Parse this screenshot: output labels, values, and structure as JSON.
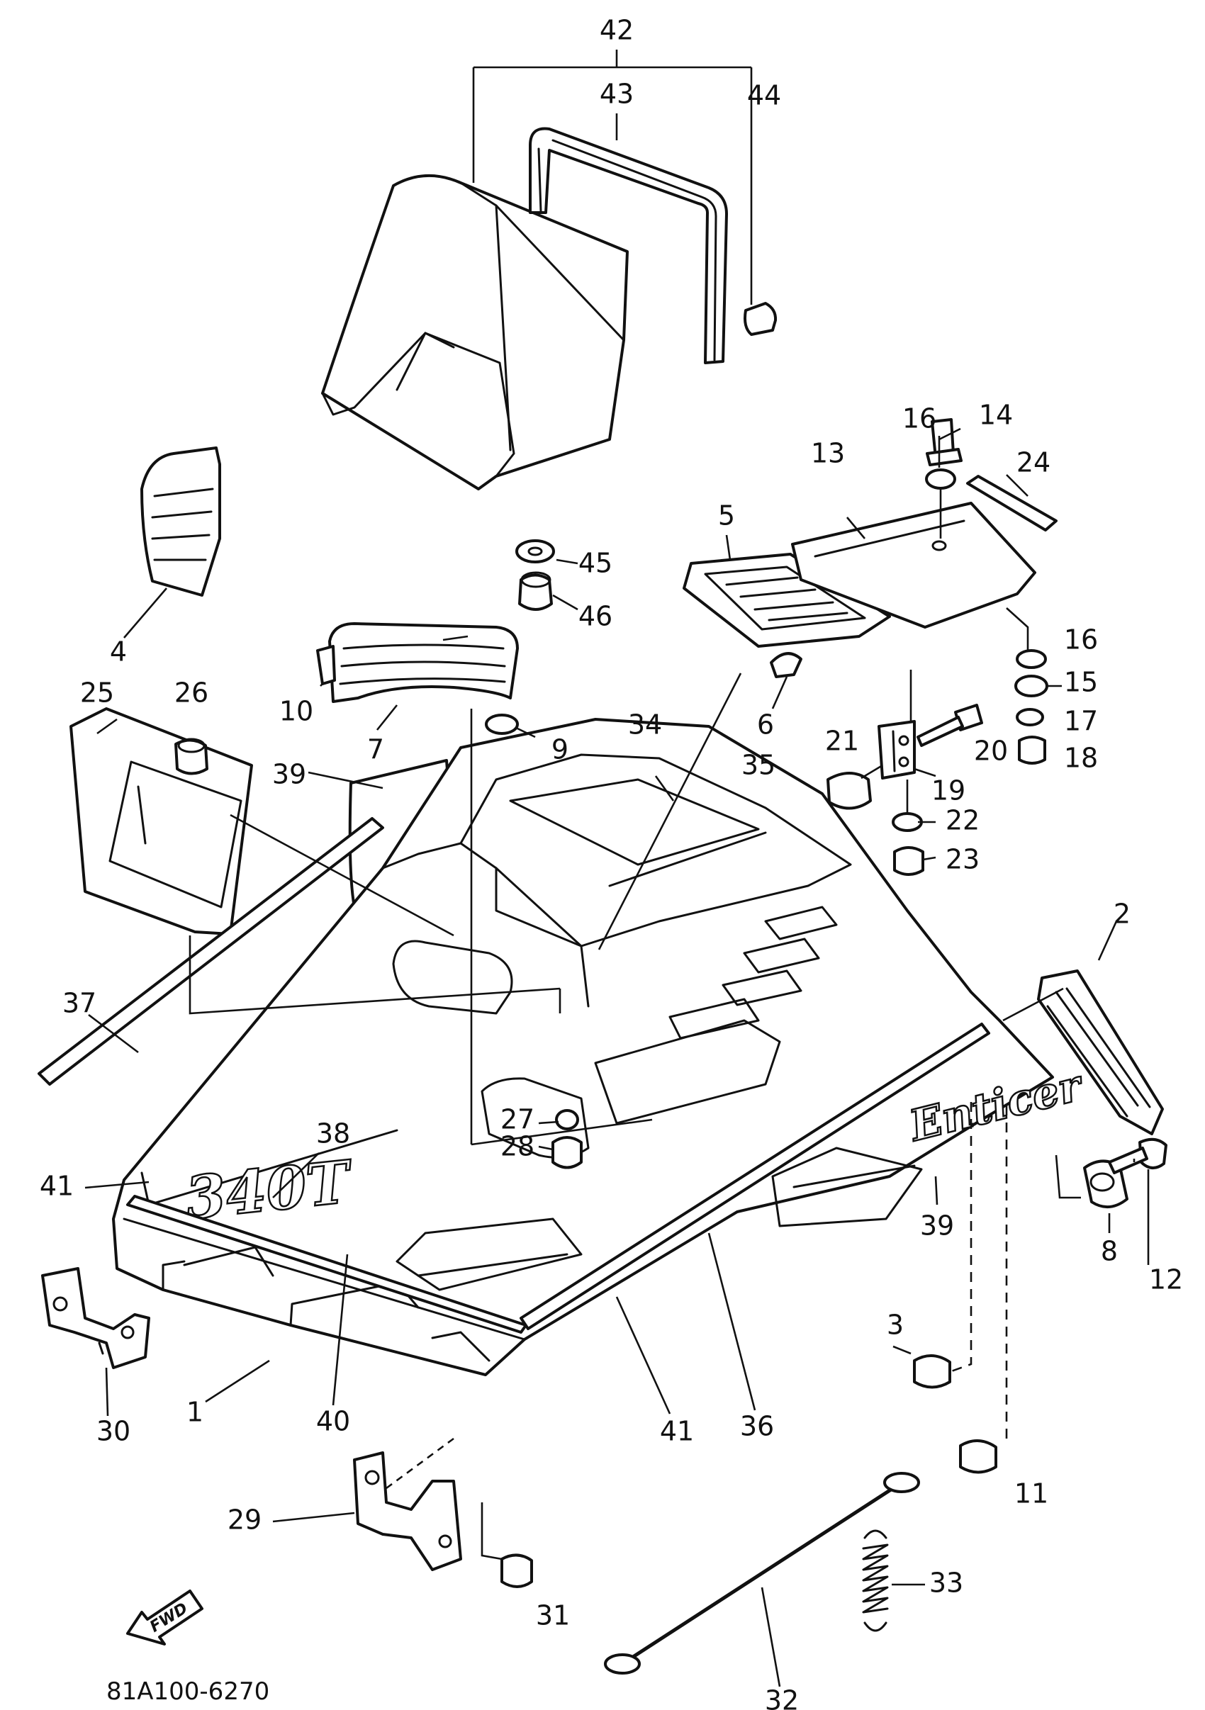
{
  "diagram": {
    "decals": {
      "model": "340T",
      "brand": "Enticer"
    },
    "fwd_label": "FWD",
    "drawing_code": "81A100-6270"
  },
  "callouts": [
    {
      "id": "c42",
      "text": "42"
    },
    {
      "id": "c43",
      "text": "43"
    },
    {
      "id": "c44",
      "text": "44"
    },
    {
      "id": "c4",
      "text": "4"
    },
    {
      "id": "c14",
      "text": "14"
    },
    {
      "id": "c16a",
      "text": "16"
    },
    {
      "id": "c13",
      "text": "13"
    },
    {
      "id": "c24",
      "text": "24"
    },
    {
      "id": "c5",
      "text": "5"
    },
    {
      "id": "c45",
      "text": "45"
    },
    {
      "id": "c46",
      "text": "46"
    },
    {
      "id": "c16b",
      "text": "16"
    },
    {
      "id": "c15",
      "text": "15"
    },
    {
      "id": "c17",
      "text": "17"
    },
    {
      "id": "c18",
      "text": "18"
    },
    {
      "id": "c10",
      "text": "10"
    },
    {
      "id": "c7",
      "text": "7"
    },
    {
      "id": "c9",
      "text": "9"
    },
    {
      "id": "c6",
      "text": "6"
    },
    {
      "id": "c21",
      "text": "21"
    },
    {
      "id": "c19",
      "text": "19"
    },
    {
      "id": "c20",
      "text": "20"
    },
    {
      "id": "c25",
      "text": "25"
    },
    {
      "id": "c26",
      "text": "26"
    },
    {
      "id": "c34",
      "text": "34"
    },
    {
      "id": "c35",
      "text": "35"
    },
    {
      "id": "c22",
      "text": "22"
    },
    {
      "id": "c23",
      "text": "23"
    },
    {
      "id": "c39a",
      "text": "39"
    },
    {
      "id": "c2",
      "text": "2"
    },
    {
      "id": "c37",
      "text": "37"
    },
    {
      "id": "c27",
      "text": "27"
    },
    {
      "id": "c28",
      "text": "28"
    },
    {
      "id": "c41a",
      "text": "41"
    },
    {
      "id": "c38",
      "text": "38"
    },
    {
      "id": "c39b",
      "text": "39"
    },
    {
      "id": "c8",
      "text": "8"
    },
    {
      "id": "c12",
      "text": "12"
    },
    {
      "id": "c3",
      "text": "3"
    },
    {
      "id": "c30",
      "text": "30"
    },
    {
      "id": "c1",
      "text": "1"
    },
    {
      "id": "c40",
      "text": "40"
    },
    {
      "id": "c41b",
      "text": "41"
    },
    {
      "id": "c36",
      "text": "36"
    },
    {
      "id": "c11",
      "text": "11"
    },
    {
      "id": "c29",
      "text": "29"
    },
    {
      "id": "c31",
      "text": "31"
    },
    {
      "id": "c33",
      "text": "33"
    },
    {
      "id": "c32",
      "text": "32"
    }
  ]
}
